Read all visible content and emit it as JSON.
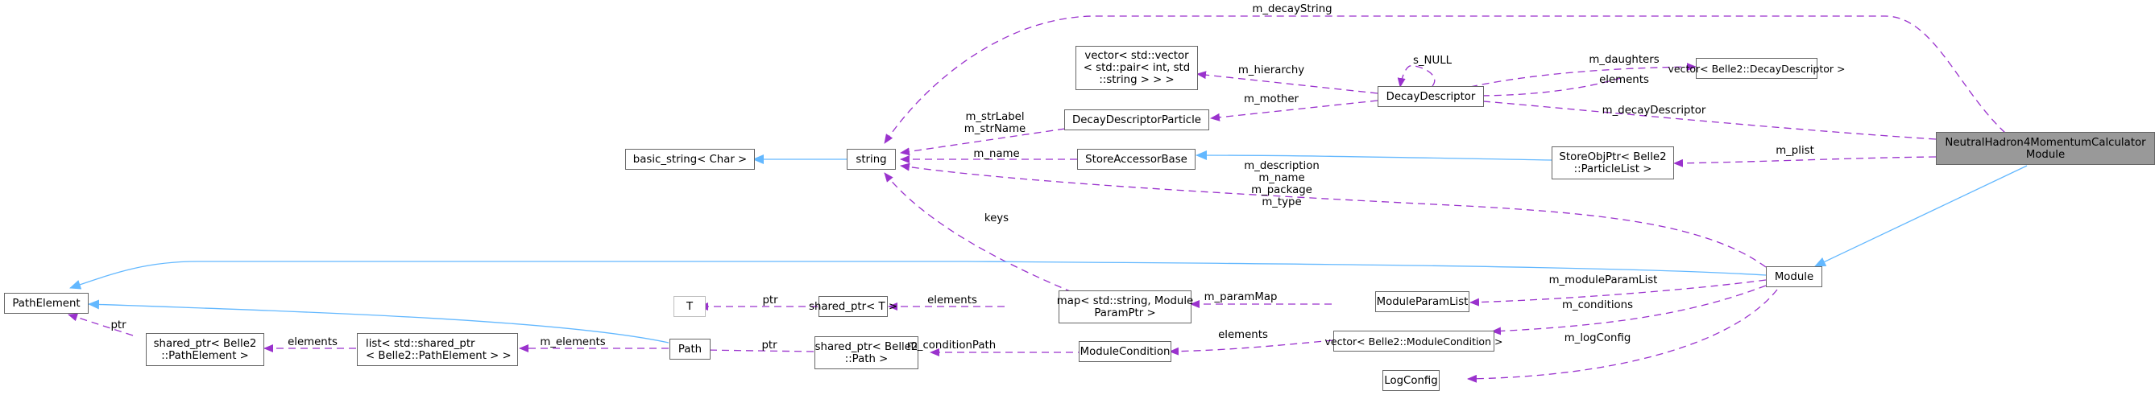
{
  "diagram": {
    "title": "NeutralHadron4MomentumCalculatorModule collaboration diagram",
    "colors": {
      "usage_edge": "#9a32cd",
      "inheritance_edge": "#63b8ff",
      "focus_fill": "#999999",
      "node_border": "#666666",
      "faded_border": "#bfbfbf"
    },
    "nodes": {
      "focus": "NeutralHadron4MomentumCalculator\nModule",
      "module": "Module",
      "decay_descriptor": "DecayDescriptor",
      "vector_decay_descriptor": "vector< Belle2::DecayDescriptor >",
      "vector_hierarchy": "vector< std::vector\n< std::pair< int, std\n::string > > >",
      "decay_descriptor_particle": "DecayDescriptorParticle",
      "store_accessor_base": "StoreAccessorBase",
      "store_obj_ptr": "StoreObjPtr< Belle2\n::ParticleList >",
      "string": "string",
      "basic_string": "basic_string< Char >",
      "path_element": "PathElement",
      "shared_ptr_path_element": "shared_ptr< Belle2\n::PathElement >",
      "list_shared_ptr": "list< std::shared_ptr\n< Belle2::PathElement > >",
      "path": "Path",
      "t": "T",
      "shared_ptr_t": "shared_ptr< T >",
      "map_param": "map< std::string, Module\nParamPtr >",
      "module_param_list": "ModuleParamList",
      "shared_ptr_path": "shared_ptr< Belle2\n::Path >",
      "module_condition": "ModuleCondition",
      "vector_module_condition": "vector< Belle2::ModuleCondition >",
      "log_config": "LogConfig"
    },
    "edge_labels": {
      "m_decayString": "m_decayString",
      "s_NULL": "s_NULL",
      "m_hierarchy": "m_hierarchy",
      "m_daughters": "m_daughters",
      "elements_decay": "elements",
      "m_mother": "m_mother",
      "m_decayDescriptor": "m_decayDescriptor",
      "m_strLabel_strName": "m_strLabel\nm_strName",
      "m_name": "m_name",
      "m_plist": "m_plist",
      "module_strings": "m_description\nm_name\nm_package\nm_type",
      "keys": "keys",
      "ptr_path_element": "ptr",
      "elements_list": "elements",
      "m_elements": "m_elements",
      "ptr_t": "ptr",
      "elements_map": "elements",
      "m_paramMap": "m_paramMap",
      "m_moduleParamList": "m_moduleParamList",
      "ptr_path": "ptr",
      "m_conditionPath": "m_conditionPath",
      "elements_condition": "elements",
      "m_conditions": "m_conditions",
      "m_logConfig": "m_logConfig"
    }
  }
}
